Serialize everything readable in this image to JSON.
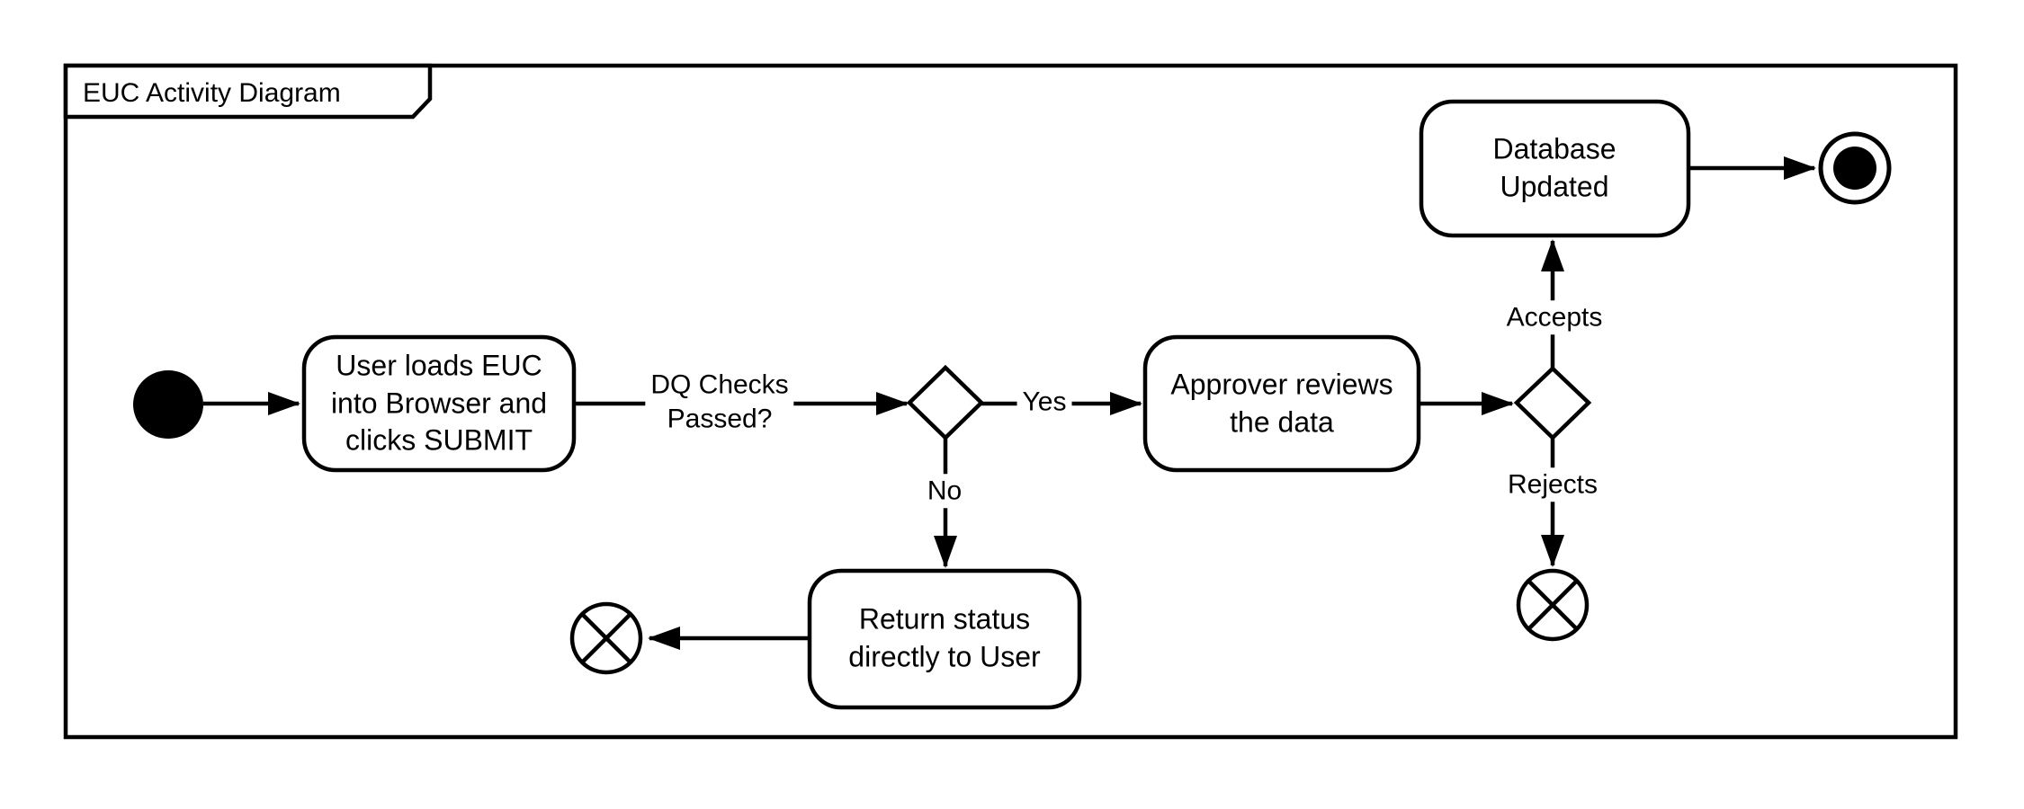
{
  "diagram": {
    "title": "EUC Activity Diagram",
    "colors": {
      "stroke": "#000000",
      "node_fill": "#ffffff",
      "background": "#ffffff"
    },
    "nodes": {
      "activity_user_loads": {
        "label": "User loads EUC\ninto Browser and\nclicks SUBMIT"
      },
      "activity_approver_reviews": {
        "label": "Approver reviews\nthe data"
      },
      "activity_database_updated": {
        "label": "Database\nUpdated"
      },
      "activity_return_status": {
        "label": "Return status\ndirectly to User"
      }
    },
    "edge_labels": {
      "dq_checks": "DQ Checks\nPassed?",
      "yes": "Yes",
      "no": "No",
      "accepts": "Accepts",
      "rejects": "Rejects"
    }
  }
}
